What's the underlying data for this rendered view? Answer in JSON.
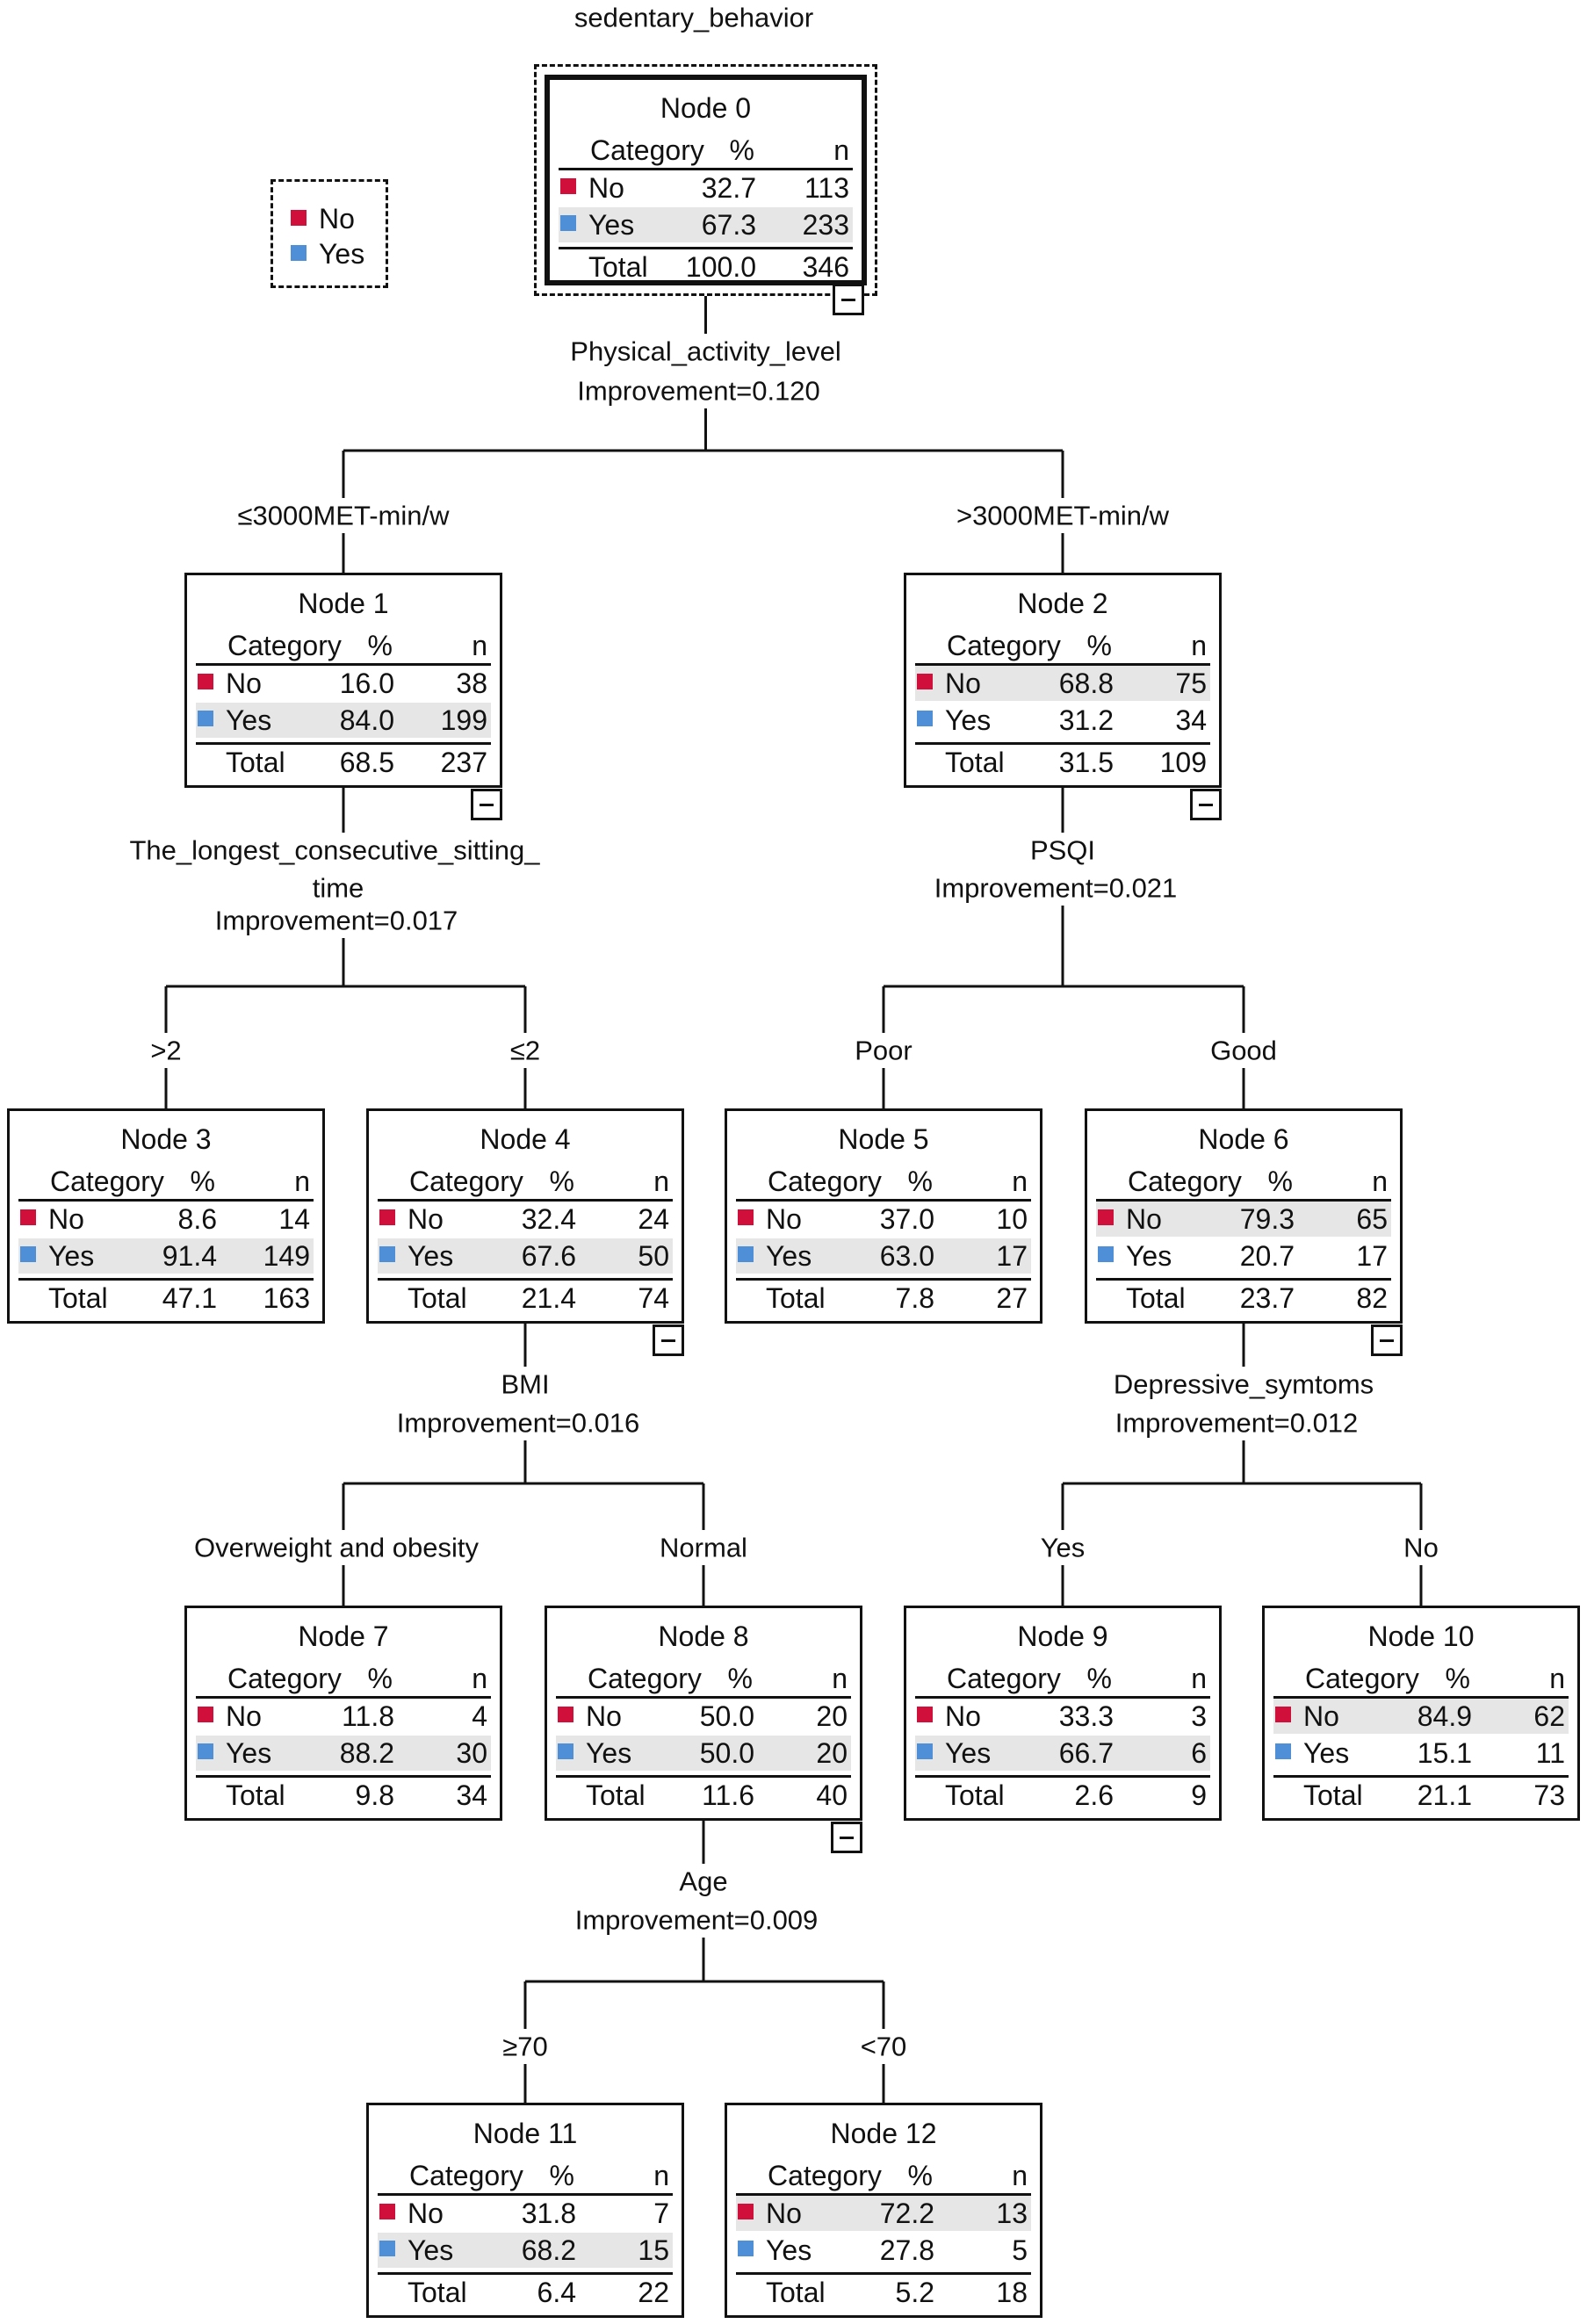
{
  "title": "sedentary_behavior",
  "colors": {
    "no": "#d0103a",
    "yes": "#4e8fd8"
  },
  "legend": [
    {
      "key": "no",
      "label": "No"
    },
    {
      "key": "yes",
      "label": "Yes"
    }
  ],
  "headers": {
    "category": "Category",
    "percent": "%",
    "n": "n"
  },
  "nodes": [
    {
      "id": 0,
      "title": "Node 0",
      "no": {
        "label": "No",
        "pct": "32.7",
        "n": "113"
      },
      "yes": {
        "label": "Yes",
        "pct": "67.3",
        "n": "233"
      },
      "total": {
        "label": "Total",
        "pct": "100.0",
        "n": "346"
      }
    },
    {
      "id": 1,
      "title": "Node 1",
      "no": {
        "label": "No",
        "pct": "16.0",
        "n": "38"
      },
      "yes": {
        "label": "Yes",
        "pct": "84.0",
        "n": "199"
      },
      "total": {
        "label": "Total",
        "pct": "68.5",
        "n": "237"
      }
    },
    {
      "id": 2,
      "title": "Node 2",
      "no": {
        "label": "No",
        "pct": "68.8",
        "n": "75"
      },
      "yes": {
        "label": "Yes",
        "pct": "31.2",
        "n": "34"
      },
      "total": {
        "label": "Total",
        "pct": "31.5",
        "n": "109"
      }
    },
    {
      "id": 3,
      "title": "Node 3",
      "no": {
        "label": "No",
        "pct": "8.6",
        "n": "14"
      },
      "yes": {
        "label": "Yes",
        "pct": "91.4",
        "n": "149"
      },
      "total": {
        "label": "Total",
        "pct": "47.1",
        "n": "163"
      }
    },
    {
      "id": 4,
      "title": "Node 4",
      "no": {
        "label": "No",
        "pct": "32.4",
        "n": "24"
      },
      "yes": {
        "label": "Yes",
        "pct": "67.6",
        "n": "50"
      },
      "total": {
        "label": "Total",
        "pct": "21.4",
        "n": "74"
      }
    },
    {
      "id": 5,
      "title": "Node 5",
      "no": {
        "label": "No",
        "pct": "37.0",
        "n": "10"
      },
      "yes": {
        "label": "Yes",
        "pct": "63.0",
        "n": "17"
      },
      "total": {
        "label": "Total",
        "pct": "7.8",
        "n": "27"
      }
    },
    {
      "id": 6,
      "title": "Node 6",
      "no": {
        "label": "No",
        "pct": "79.3",
        "n": "65"
      },
      "yes": {
        "label": "Yes",
        "pct": "20.7",
        "n": "17"
      },
      "total": {
        "label": "Total",
        "pct": "23.7",
        "n": "82"
      }
    },
    {
      "id": 7,
      "title": "Node 7",
      "no": {
        "label": "No",
        "pct": "11.8",
        "n": "4"
      },
      "yes": {
        "label": "Yes",
        "pct": "88.2",
        "n": "30"
      },
      "total": {
        "label": "Total",
        "pct": "9.8",
        "n": "34"
      }
    },
    {
      "id": 8,
      "title": "Node 8",
      "no": {
        "label": "No",
        "pct": "50.0",
        "n": "20"
      },
      "yes": {
        "label": "Yes",
        "pct": "50.0",
        "n": "20"
      },
      "total": {
        "label": "Total",
        "pct": "11.6",
        "n": "40"
      }
    },
    {
      "id": 9,
      "title": "Node 9",
      "no": {
        "label": "No",
        "pct": "33.3",
        "n": "3"
      },
      "yes": {
        "label": "Yes",
        "pct": "66.7",
        "n": "6"
      },
      "total": {
        "label": "Total",
        "pct": "2.6",
        "n": "9"
      }
    },
    {
      "id": 10,
      "title": "Node 10",
      "no": {
        "label": "No",
        "pct": "84.9",
        "n": "62"
      },
      "yes": {
        "label": "Yes",
        "pct": "15.1",
        "n": "11"
      },
      "total": {
        "label": "Total",
        "pct": "21.1",
        "n": "73"
      }
    },
    {
      "id": 11,
      "title": "Node 11",
      "no": {
        "label": "No",
        "pct": "31.8",
        "n": "7"
      },
      "yes": {
        "label": "Yes",
        "pct": "68.2",
        "n": "15"
      },
      "total": {
        "label": "Total",
        "pct": "6.4",
        "n": "22"
      }
    },
    {
      "id": 12,
      "title": "Node 12",
      "no": {
        "label": "No",
        "pct": "72.2",
        "n": "13"
      },
      "yes": {
        "label": "Yes",
        "pct": "27.8",
        "n": "5"
      },
      "total": {
        "label": "Total",
        "pct": "5.2",
        "n": "18"
      }
    }
  ],
  "splits": [
    {
      "parent": 0,
      "variable": "Physical_activity_level",
      "improvement": "Improvement=0.120"
    },
    {
      "parent": 1,
      "variable": "The_longest_consecutive_sitting_",
      "variable_line2": "time",
      "improvement": "Improvement=0.017"
    },
    {
      "parent": 2,
      "variable": "PSQI",
      "improvement": "Improvement=0.021"
    },
    {
      "parent": 4,
      "variable": "BMI",
      "improvement": "Improvement=0.016"
    },
    {
      "parent": 6,
      "variable": "Depressive_symtoms",
      "improvement": "Improvement=0.012"
    },
    {
      "parent": 8,
      "variable": "Age",
      "improvement": "Improvement=0.009"
    }
  ],
  "branches": [
    {
      "child": 1,
      "label": "≤3000MET-min/w"
    },
    {
      "child": 2,
      "label": ">3000MET-min/w"
    },
    {
      "child": 3,
      "label": ">2"
    },
    {
      "child": 4,
      "label": "≤2"
    },
    {
      "child": 5,
      "label": "Poor"
    },
    {
      "child": 6,
      "label": "Good"
    },
    {
      "child": 7,
      "label": "Overweight and obesity"
    },
    {
      "child": 8,
      "label": "Normal"
    },
    {
      "child": 9,
      "label": "Yes"
    },
    {
      "child": 10,
      "label": "No"
    },
    {
      "child": 11,
      "label": "≥70"
    },
    {
      "child": 12,
      "label": "<70"
    }
  ]
}
